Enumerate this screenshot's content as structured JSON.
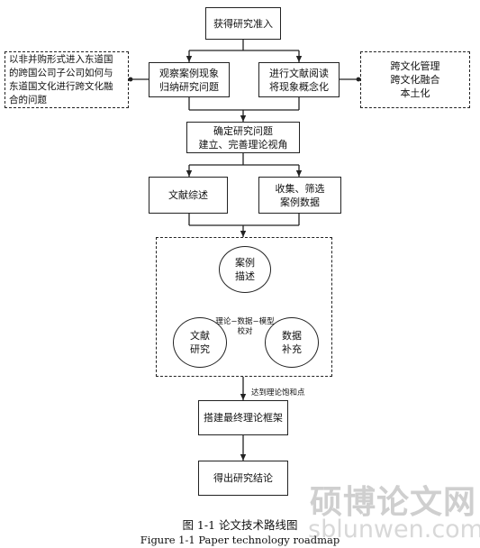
{
  "nodes": {
    "access": "获得研究准入",
    "observe": "观察案例现象\n归纳研究问题",
    "literature_read": "进行文献阅读\n将现象概念化",
    "left_note": "以非并购形式进入东道国\n的跨国公司子公司如何与\n东道国文化进行跨文化融\n合的问题",
    "right_note": "跨文化管理\n跨文化融合\n本土化",
    "define": "确定研究问题\n建立、完善理论视角",
    "review": "文献综述",
    "collect": "收集、筛选\n案例数据",
    "case_desc": "案例\n描述",
    "lit_study": "文献\n研究",
    "data_supp": "数据\n补充",
    "center_label": "理论−数据−模型\n校对",
    "saturation": "达到理论饱和点",
    "build": "搭建最终理论框架",
    "conclude": "得出研究结论"
  },
  "caption": {
    "cn": "图 1-1 论文技术路线图",
    "en": "Figure 1-1 Paper technology roadmap"
  },
  "watermark": {
    "cn": "硕博论文网",
    "en": "sblunwen.com"
  },
  "colors": {
    "stroke": "#222222",
    "watermark": "#cfcfcf"
  }
}
